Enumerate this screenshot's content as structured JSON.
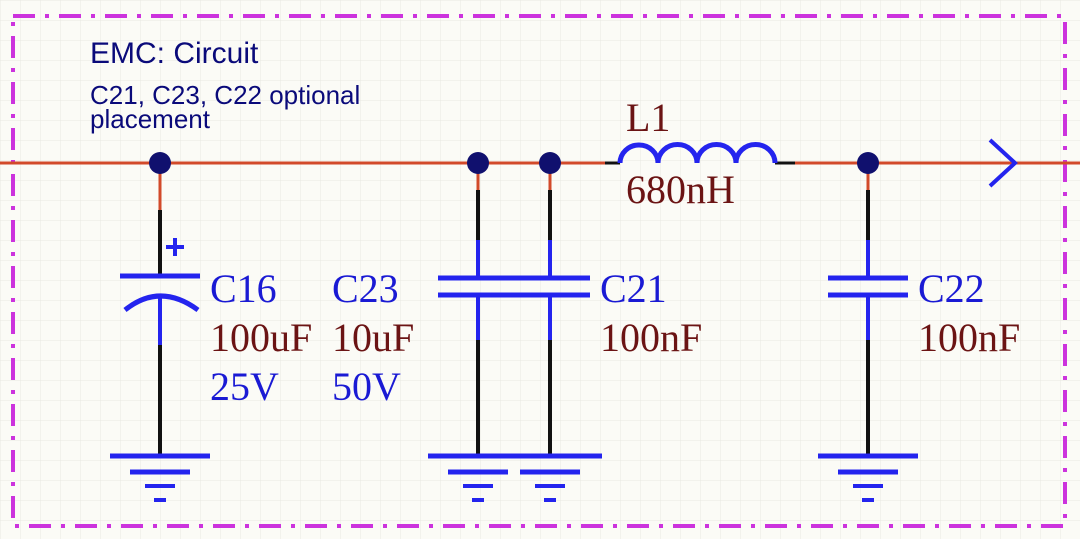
{
  "title": {
    "line1": "EMC: Circuit",
    "line2": "C21, C23, C22 optional",
    "line3": "placement"
  },
  "inductor": {
    "ref": "L1",
    "value": "680nH"
  },
  "capacitors": [
    {
      "ref": "C16",
      "value": "100uF",
      "voltage": "25V"
    },
    {
      "ref": "C23",
      "value": "10uF",
      "voltage": "50V"
    },
    {
      "ref": "C21",
      "value": "100nF"
    },
    {
      "ref": "C22",
      "value": "100nF"
    }
  ],
  "colors": {
    "wire": "#d24a2a",
    "component": "#2424ee",
    "junction": "#10106e",
    "border": "#cc33dd",
    "title_text": "#0a0a7a",
    "value_text": "#6b1414",
    "ref_text": "#1a1ad4",
    "grid": "#e6e6e0"
  }
}
